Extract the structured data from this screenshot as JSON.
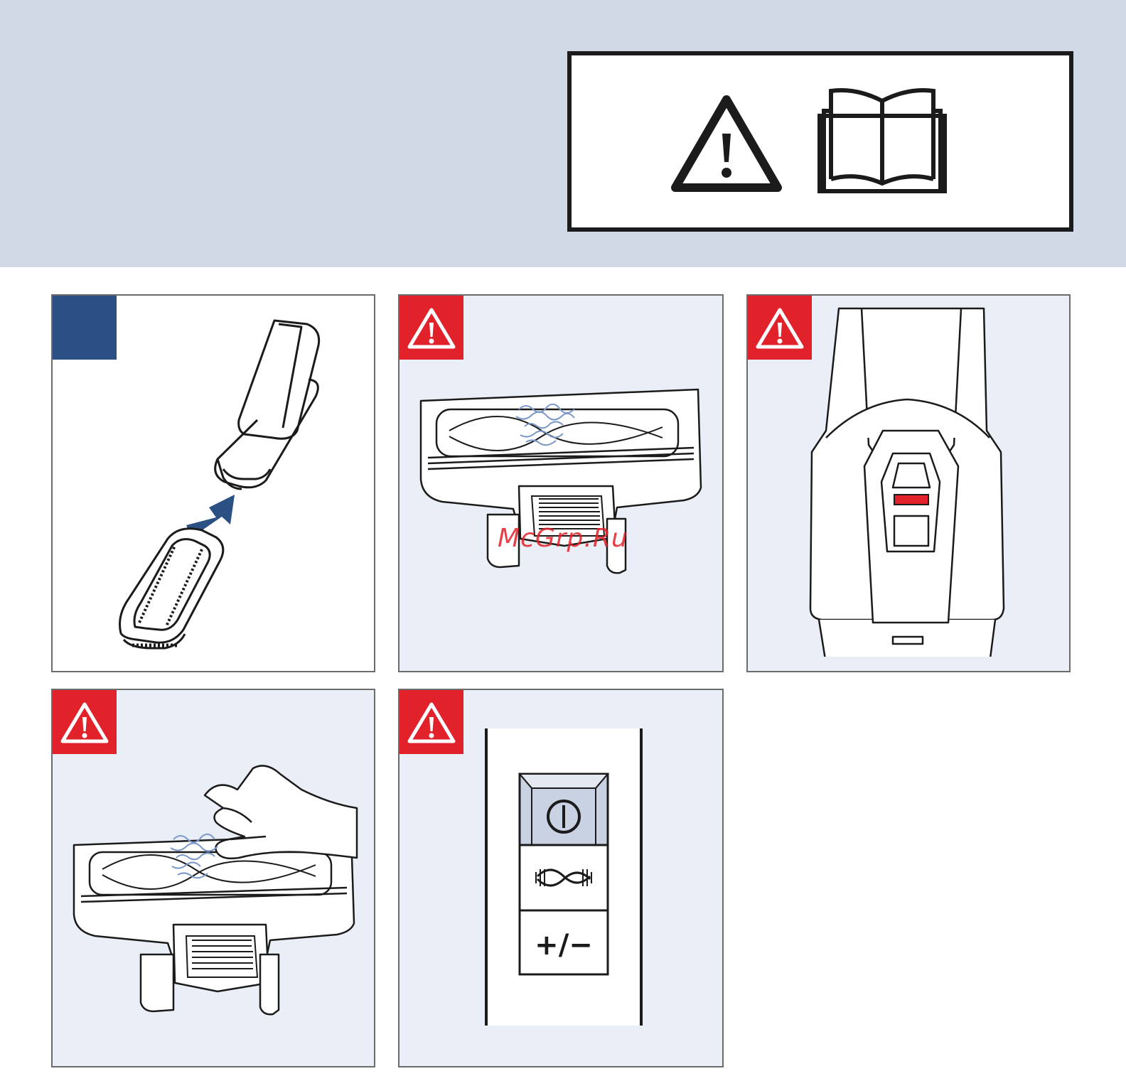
{
  "colors": {
    "header_band": "#d1d9e6",
    "panel_light": "#eaeef6",
    "warning_red": "#e1222b",
    "step_blue": "#2b5083",
    "line": "#1b1b1b",
    "highlight_red": "#e1222b"
  },
  "header": {
    "icons": [
      "warning-triangle-icon",
      "read-manual-book-icon"
    ]
  },
  "panels": [
    {
      "id": "panel-1",
      "badge": "blue-square",
      "illustration": "filter-insert-arrow"
    },
    {
      "id": "panel-2",
      "badge": "warning-triangle-icon",
      "illustration": "brush-head-tangled-hair"
    },
    {
      "id": "panel-3",
      "badge": "warning-triangle-icon",
      "illustration": "handle-indicator-red"
    },
    {
      "id": "panel-4",
      "badge": "warning-triangle-icon",
      "illustration": "hand-removing-hair"
    },
    {
      "id": "panel-5",
      "badge": "warning-triangle-icon",
      "illustration": "control-panel-buttons"
    }
  ],
  "control_panel": {
    "icons": [
      "power-icon",
      "brushroll-icon"
    ],
    "buttons": {
      "plus_minus": "+/−"
    }
  },
  "watermark": {
    "text": "McGrp.Ru"
  }
}
